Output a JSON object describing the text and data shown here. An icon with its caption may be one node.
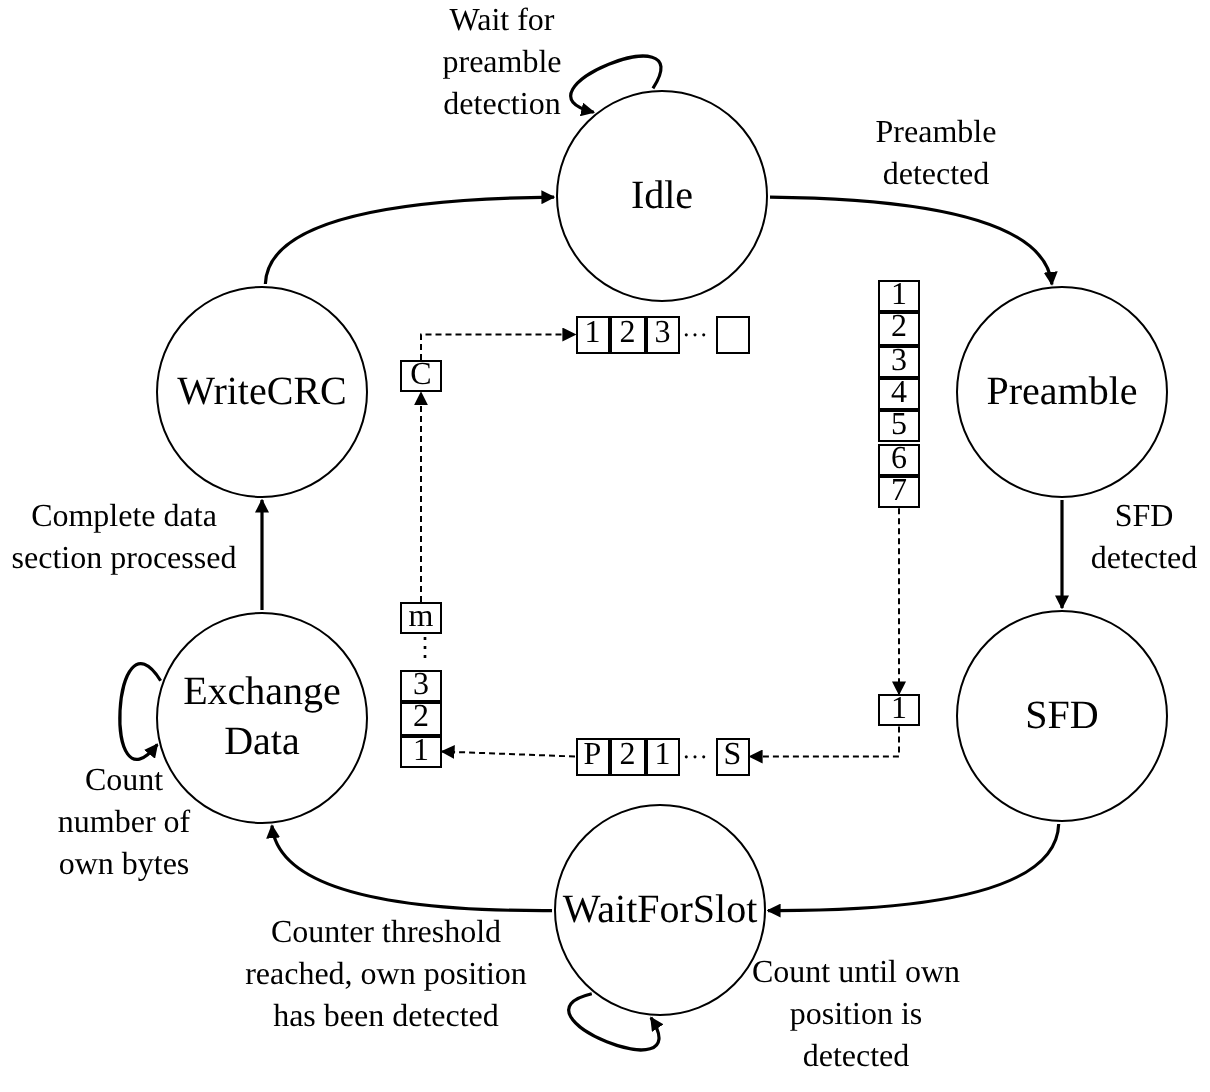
{
  "diagram": {
    "nodes": [
      {
        "text": [
          "Idle"
        ]
      },
      {
        "text": [
          "Preamble"
        ]
      },
      {
        "text": [
          "SFD"
        ]
      },
      {
        "text": [
          "WaitForSlot"
        ]
      },
      {
        "text": [
          "Exchange Data"
        ]
      },
      {
        "text": [
          "WriteCRC"
        ]
      },
      {
        "text": [
          "1"
        ]
      },
      {
        "text": [
          "2"
        ]
      },
      {
        "text": [
          "3"
        ]
      },
      {
        "text": [],
        "shape": "box"
      },
      {
        "text": [
          "C"
        ]
      },
      {
        "text": [
          "1"
        ]
      },
      {
        "text": [
          "2"
        ]
      },
      {
        "text": [
          "3"
        ]
      },
      {
        "text": [
          "4"
        ]
      },
      {
        "text": [
          "5"
        ]
      },
      {
        "text": [
          "6"
        ]
      },
      {
        "text": [
          "7"
        ]
      },
      {
        "text": [
          "m"
        ]
      },
      {
        "text": [
          "3"
        ]
      },
      {
        "text": [
          "2"
        ]
      },
      {
        "text": [
          "1"
        ]
      },
      {
        "text": [
          "1"
        ]
      },
      {
        "text": [
          "P"
        ]
      },
      {
        "text": [
          "2"
        ]
      },
      {
        "text": [
          "1"
        ]
      },
      {
        "text": [
          "S"
        ]
      }
    ],
    "edges": [
      {
        "from": 0,
        "to": 1,
        "arrow": "to",
        "label": "Preamble detected"
      },
      {
        "from": 1,
        "to": 2,
        "arrow": "to",
        "label": "SFD detected"
      },
      {
        "from": 2,
        "to": 3,
        "arrow": "to"
      },
      {
        "from": 3,
        "to": 4,
        "arrow": "to",
        "label": "Counter threshold reached, own position has been detected"
      },
      {
        "from": 4,
        "to": 5,
        "arrow": "to",
        "label": "Complete data section processed"
      },
      {
        "from": 5,
        "to": 0,
        "arrow": "to"
      },
      {
        "from": 0,
        "to": 0,
        "arrow": "to",
        "label": "Wait for preamble detection"
      },
      {
        "from": 3,
        "to": 3,
        "arrow": "to",
        "label": "Count until own position is detected"
      },
      {
        "from": 4,
        "to": 4,
        "arrow": "to",
        "label": "Count number of own bytes"
      },
      {
        "from": 17,
        "to": 22,
        "arrow": "to",
        "style": "dashed"
      },
      {
        "from": 22,
        "to": 26,
        "arrow": "to",
        "style": "dashed"
      },
      {
        "from": 23,
        "to": 21,
        "arrow": "to",
        "style": "dashed"
      },
      {
        "from": 18,
        "to": 10,
        "arrow": "to",
        "style": "dashed"
      },
      {
        "from": 10,
        "to": 6,
        "arrow": "to",
        "style": "dashed"
      }
    ],
    "labels": [
      "…",
      "⋮",
      "…"
    ]
  }
}
